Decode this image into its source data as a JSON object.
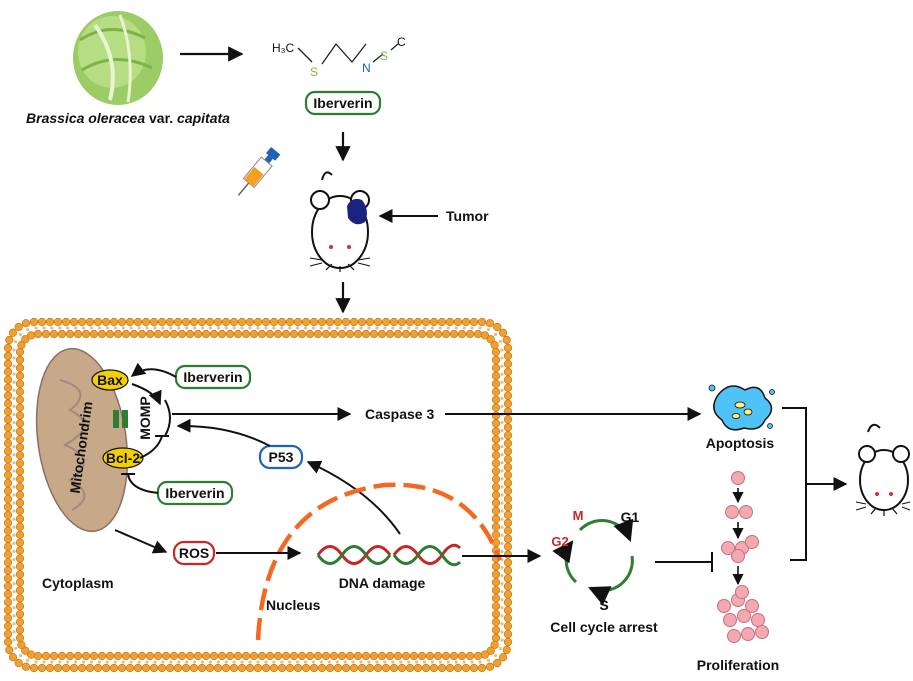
{
  "source": {
    "species": "Brassica oleracea",
    "variety_word": " var. ",
    "variety": "capitata"
  },
  "molecule": {
    "ch3_label": "H₃C",
    "s_label": "S",
    "n_label": "N",
    "s2_label": "S",
    "c_label": "C"
  },
  "compound_top": "Iberverin",
  "tumor_label": "Tumor",
  "mito": {
    "label": "Mitochondrim",
    "bax": "Bax",
    "bcl2": "Bcl-2",
    "momp": "MOMP"
  },
  "iberverin_upper": "Iberverin",
  "iberverin_lower": "Iberverin",
  "p53": "P53",
  "caspase": "Caspase 3",
  "ros": "ROS",
  "dna_damage": "DNA damage",
  "nucleus": "Nucleus",
  "cytoplasm": "Cytoplasm",
  "apoptosis": "Apoptosis",
  "cell_cycle": {
    "M": "M",
    "G1": "G1",
    "G2": "G2",
    "S": "S",
    "label": "Cell cycle arrest"
  },
  "proliferation": "Proliferation",
  "colors": {
    "green_box": "#2e7d32",
    "red_box": "#c62828",
    "blue_box": "#1e63b5",
    "membrane": "#f0a030",
    "mito_fill": "#c7a98a",
    "nucleus": "#f26a21",
    "yellow": "#f4d000",
    "cell_pink": "#f4a9b0"
  }
}
